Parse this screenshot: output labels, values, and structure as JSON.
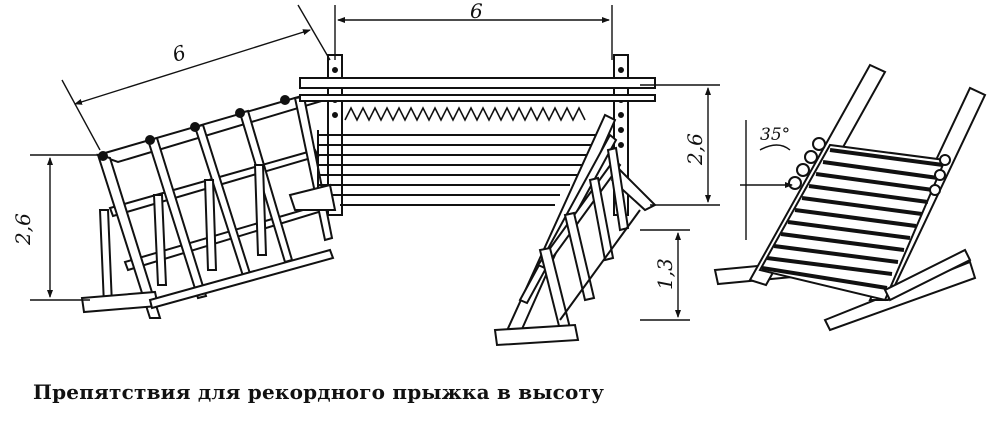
{
  "dimensions": {
    "width_left": "6",
    "width_top": "6",
    "height_left": "2,6",
    "height_right": "2,6",
    "height_low": "1,3",
    "angle": "35°"
  },
  "caption": "Препятствия для рекордного прыжка в высоту"
}
